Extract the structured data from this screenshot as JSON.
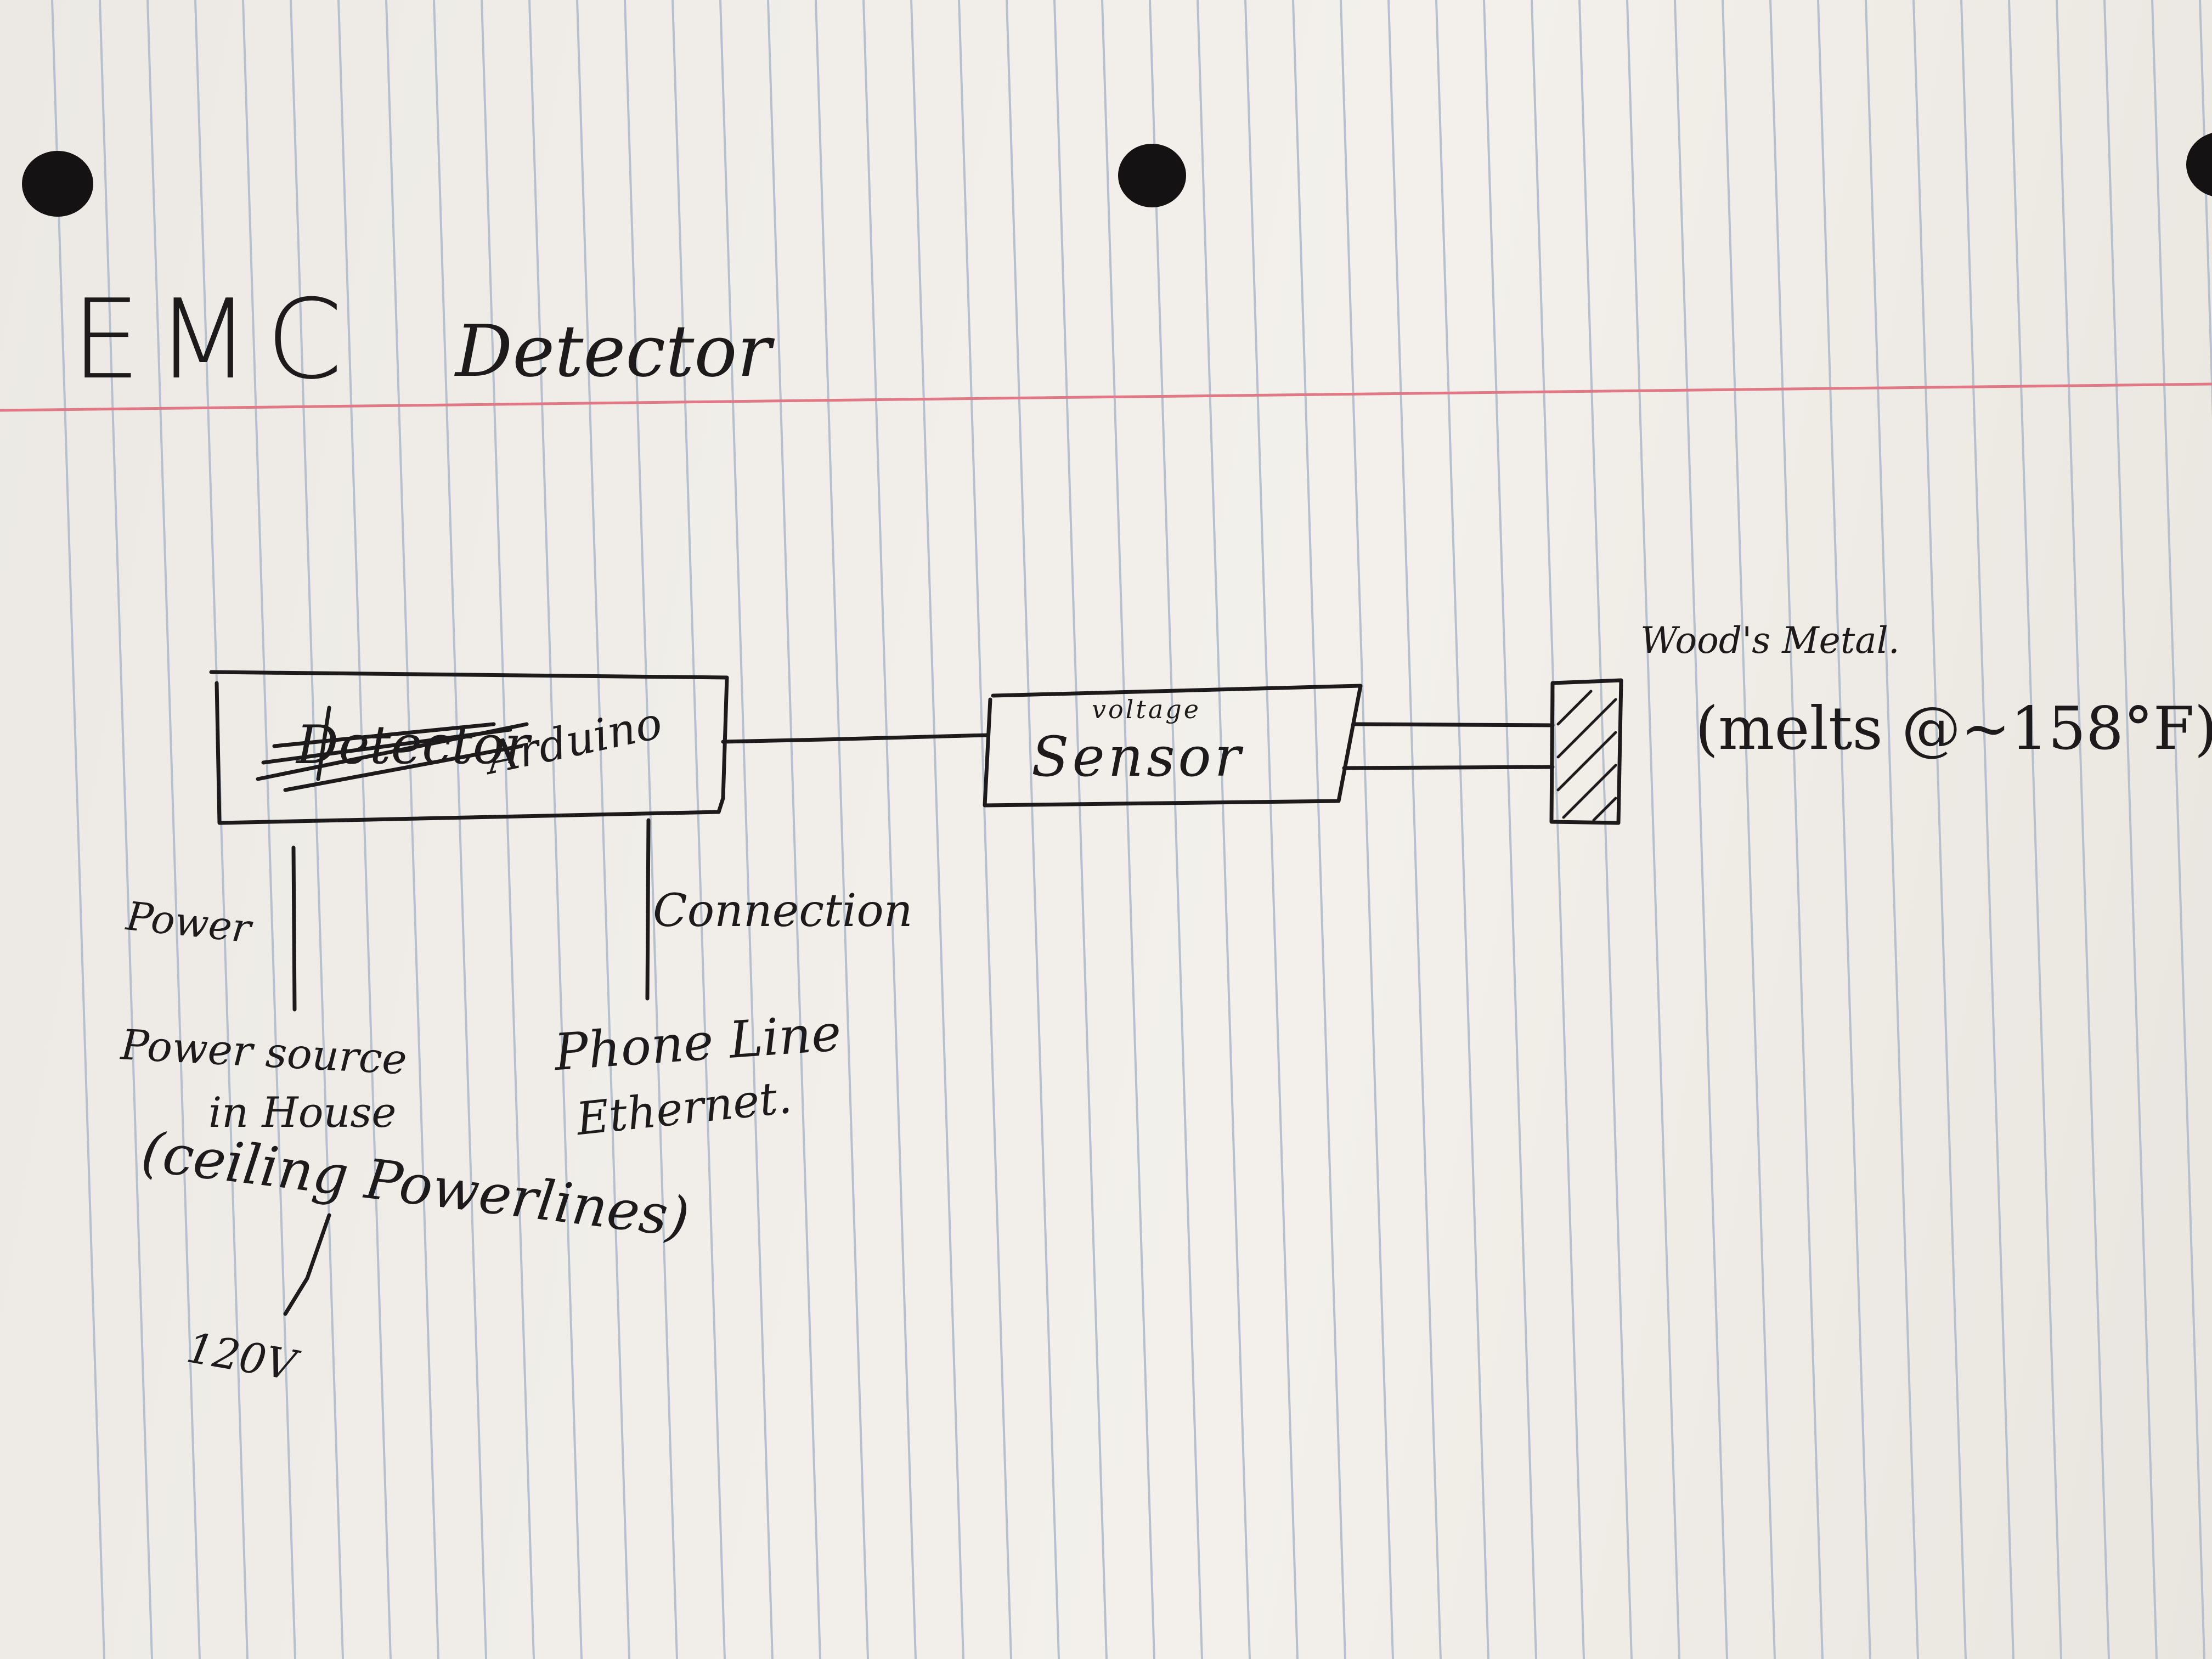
{
  "notebook": {
    "rule_color": "#b7c0cd",
    "margin_rule_color": "#e07886",
    "ink_color": "#1c1a1b",
    "punch_holes": 3
  },
  "title": {
    "emc": "EMC",
    "detector": "Detector"
  },
  "blocks": {
    "arduino": {
      "struck_label": "Detector",
      "label": "Arduino"
    },
    "sensor": {
      "annotation": "voltage",
      "label": "Sensor"
    },
    "metal": {
      "label": "Wood's Metal.",
      "note": "(melts @~158°F)"
    }
  },
  "links": {
    "power": {
      "label": "Power",
      "source_line1": "Power source",
      "source_line2": "in House",
      "source_line3": "(ceiling Powerlines)",
      "voltage": "120V"
    },
    "connection": {
      "label": "Connection",
      "target_line1": "Phone Line",
      "target_line2": "Ethernet."
    }
  }
}
